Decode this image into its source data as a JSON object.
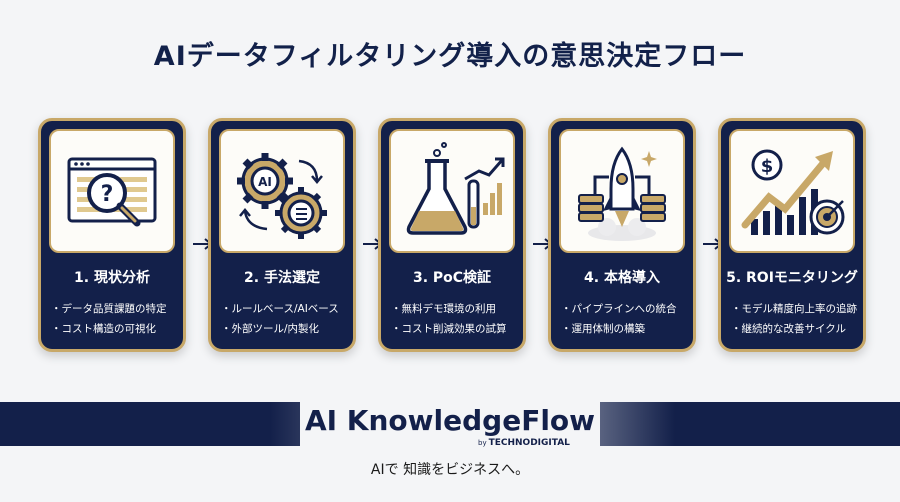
{
  "title": "AIデータフィルタリング導入の意思決定フロー",
  "steps": [
    {
      "title": "1. 現状分析",
      "bullets": [
        "データ品質課題の特定",
        "コスト構造の可視化"
      ]
    },
    {
      "title": "2. 手法選定",
      "bullets": [
        "ルールベース/AIベース",
        "外部ツール/内製化"
      ]
    },
    {
      "title": "3. PoC検証",
      "bullets": [
        "無料デモ環境の利用",
        "コスト削減効果の試算"
      ]
    },
    {
      "title": "4. 本格導入",
      "bullets": [
        "パイプラインへの統合",
        "運用体制の構築"
      ]
    },
    {
      "title": "5. ROIモニタリング",
      "bullets": [
        "モデル精度向上率の追跡",
        "継続的な改善サイクル"
      ]
    }
  ],
  "icon_labels": {
    "gear": "AI",
    "coin": "$"
  },
  "brand": {
    "name": "AI KnowledgeFlow",
    "by": "by",
    "company": "TECHNODIGITAL",
    "tagline": "AIで 知識をビジネスへ。"
  },
  "colors": {
    "navy": "#13204a",
    "gold": "#c8a868",
    "background": "#f4f5f7"
  },
  "icons": [
    "magnifier-question-icon",
    "gears-ai-icon",
    "flask-chart-icon",
    "rocket-pipeline-icon",
    "roi-growth-icon",
    "arrow-right-icon"
  ]
}
